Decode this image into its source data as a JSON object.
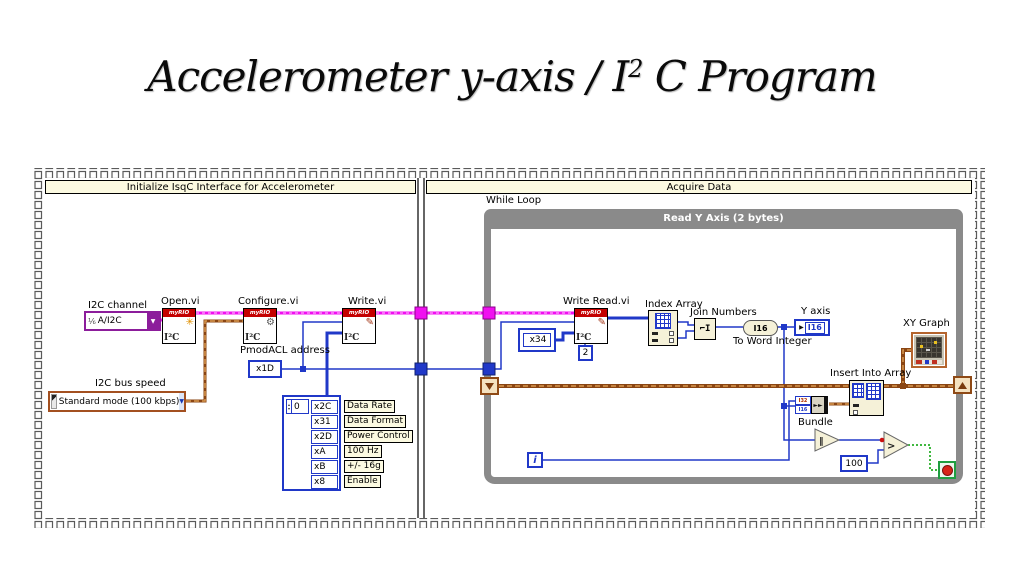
{
  "title": {
    "main": "Accelerometer y-axis / I",
    "sup": "2",
    "end": "C  Program"
  },
  "frames": {
    "frame1": {
      "label": "Initialize IsqC Interface for Accelerometer"
    },
    "frame2": {
      "label": "Acquire Data"
    }
  },
  "frame1": {
    "i2c_channel": {
      "label": "I2C channel",
      "value": "A/I2C",
      "icon_glyph": "⅙",
      "arrow": "▼"
    },
    "open_vi": {
      "label": "Open.vi",
      "banner": "myRIO",
      "body": "I²C",
      "glyph": "✳"
    },
    "configure_vi": {
      "label": "Configure.vi",
      "banner": "myRIO",
      "body": "I²C",
      "glyph": "⚙"
    },
    "write_vi": {
      "label": "Write.vi",
      "banner": "myRIO",
      "body": "I²C",
      "glyph": "✎"
    },
    "pmod_addr": {
      "label": "PmodACL address",
      "value": "x1D"
    },
    "bus_speed": {
      "label": "I2C bus speed",
      "value": "Standard mode (100 kbps)",
      "arrow": "▼"
    },
    "reg_array": {
      "index": "0",
      "spinner_up": "▴",
      "spinner_down": "▾",
      "cells": [
        {
          "value": "x2C",
          "label": "Data Rate"
        },
        {
          "value": "x31",
          "label": "Data Format"
        },
        {
          "value": "x2D",
          "label": "Power Control"
        },
        {
          "value": "xA",
          "label": "100 Hz"
        },
        {
          "value": "xB",
          "label": "+/- 16g"
        },
        {
          "value": "x8",
          "label": "Enable"
        }
      ]
    }
  },
  "frame2": {
    "while_loop_label": "While Loop",
    "loop_title": "Read Y Axis (2 bytes)",
    "write_read_vi": {
      "label": "Write Read.vi",
      "banner": "myRIO",
      "body": "I²C",
      "glyph": "✎"
    },
    "bytes_const": {
      "value": "x34"
    },
    "read_count": {
      "value": "2"
    },
    "index_array": {
      "label": "Index Array"
    },
    "join_numbers": {
      "label": "Join Numbers",
      "glyph": "⌐I"
    },
    "to_word": {
      "label": "To Word Integer",
      "value": "I16"
    },
    "y_axis": {
      "label": "Y axis",
      "value": "I16",
      "arrow": "▶"
    },
    "xy_graph": {
      "label": "XY Graph"
    },
    "insert_array": {
      "label": "Insert Into Array"
    },
    "bundle": {
      "label": "Bundle",
      "type_top": "I32",
      "type_bottom": "I16",
      "glyph": "►►"
    },
    "iteration": {
      "value": "i"
    },
    "abs_glyph": "‖",
    "greater_glyph": ">",
    "limit_const": {
      "value": "100"
    }
  }
}
